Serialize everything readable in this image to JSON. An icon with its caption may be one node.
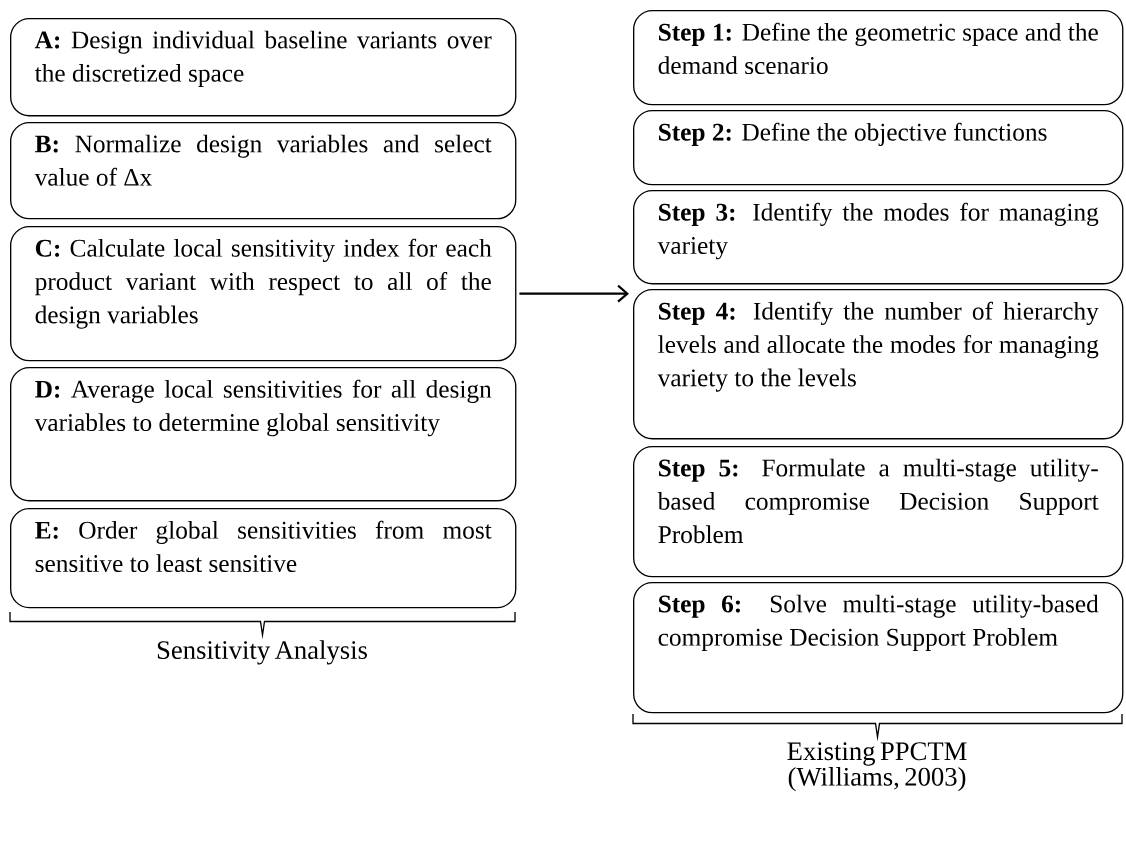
{
  "diagram": {
    "nodes": [
      {
        "text": [
          "**A:** Design individual baseline variants over the discretized space"
        ]
      },
      {
        "text": [
          "**B:** Normalize design variables and select value of Δx"
        ]
      },
      {
        "text": [
          "**C:** Calculate local sensitivity index for each product variant with respect to all of the design variables"
        ]
      },
      {
        "text": [
          "**D:** Average local sensitivities for all design variables to determine global sensitivity"
        ]
      },
      {
        "text": [
          "**E:** Order global sensitivities from most sensitive to least sensitive"
        ]
      },
      {
        "text": [
          "**Step 1:** Define the geometric space and the demand scenario"
        ]
      },
      {
        "text": [
          "**Step 2:** Define the objective functions"
        ]
      },
      {
        "text": [
          "**Step 3:** Identify the modes for managing variety"
        ]
      },
      {
        "text": [
          "**Step 4:** Identify the number of hierarchy levels and allocate the modes for managing variety to the levels"
        ]
      },
      {
        "text": [
          "**Step 5:** Formulate a multi-stage utility-based compromise Decision Support Problem"
        ]
      },
      {
        "text": [
          "**Step 6:** Solve multi-stage utility-based compromise Decision Support Problem"
        ]
      }
    ],
    "edges": [
      {
        "from": 2,
        "to": 8,
        "arrow": "to"
      }
    ],
    "labels": [
      "Sensitivity Analysis",
      "Existing PPCTM (Williams, 2003)"
    ]
  }
}
